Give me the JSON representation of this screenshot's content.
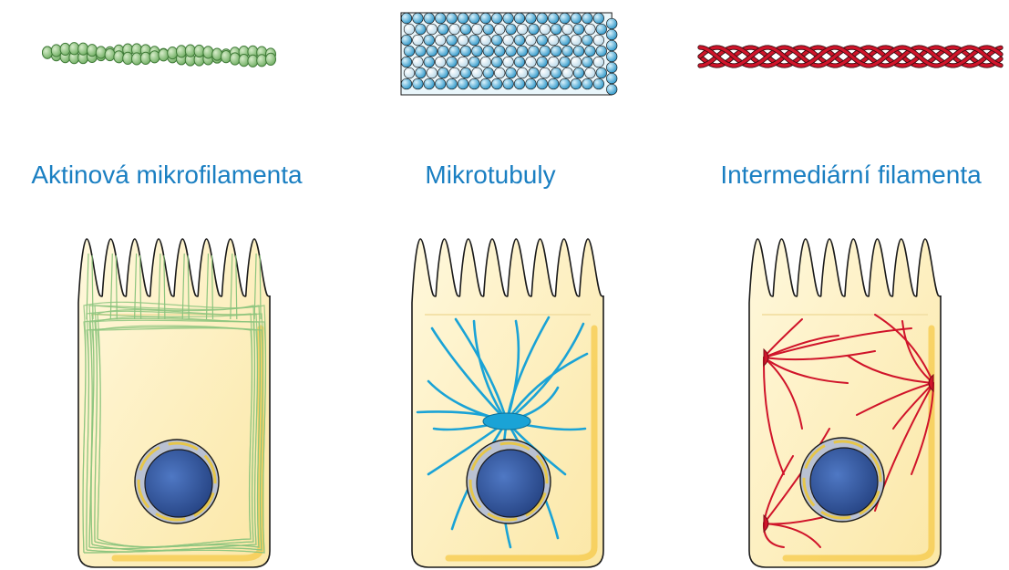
{
  "labels": {
    "actin": "Aktinová mikrofilamenta",
    "microtubules": "Mikrotubuly",
    "intermediate": "Intermediární filamenta"
  },
  "colors": {
    "label_text": "#1a7fc2",
    "cell_fill": "#fdf1c7",
    "cell_outline": "#1a1a1a",
    "cell_shade": "#f6c94a",
    "actin": "#8cc47e",
    "microtubule": "#1aa3d6",
    "intermediate": "#d0142a",
    "nucleus": "#2b4f96",
    "nuclear_envelope": "#9aa3b5"
  },
  "icons": [
    "actin-filament-icon",
    "microtubule-icon",
    "intermediate-filament-icon",
    "cell-icon",
    "nucleus-icon"
  ]
}
